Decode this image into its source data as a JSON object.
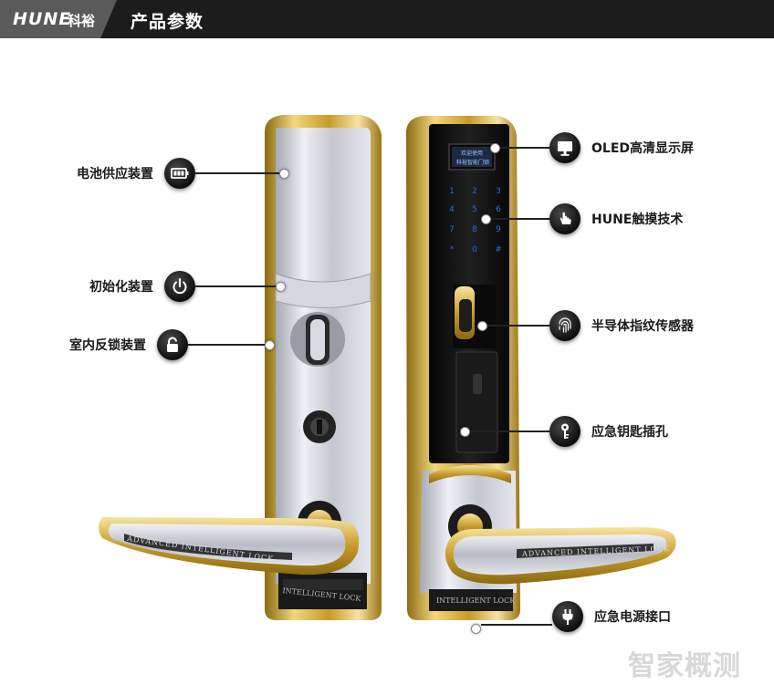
{
  "header": {
    "brand_logo": "HUNE",
    "brand_cn": "科裕",
    "title": "产品参数"
  },
  "callouts_left": [
    {
      "label": "电池供应装置",
      "icon": "battery-icon"
    },
    {
      "label": "初始化装置",
      "icon": "power-icon"
    },
    {
      "label": "室内反锁装置",
      "icon": "padlock-icon"
    }
  ],
  "callouts_right": [
    {
      "label": "OLED高清显示屏",
      "icon": "monitor-icon"
    },
    {
      "label": "HUNE触摸技术",
      "icon": "touch-hand-icon"
    },
    {
      "label": "半导体指纹传感器",
      "icon": "fingerprint-icon"
    },
    {
      "label": "应急钥匙插孔",
      "icon": "key-icon"
    },
    {
      "label": "应急电源接口",
      "icon": "plug-icon"
    }
  ],
  "product": {
    "screen_text_line1": "欢迎使用",
    "screen_text_line2": "科裕智能门锁",
    "keypad": [
      "1",
      "2",
      "3",
      "4",
      "5",
      "6",
      "7",
      "8",
      "9",
      "*",
      "0",
      "#"
    ],
    "handle_engraving": "ADVANCED INTELLIGENT LOCK",
    "plate_engraving": "INTELLIGENT LOCK"
  },
  "colors": {
    "gold": "#c9a227",
    "silver": "#c7c9d0",
    "black_panel": "#141414",
    "keypad_blue": "#2a6bd8"
  },
  "watermark": "智家概测"
}
